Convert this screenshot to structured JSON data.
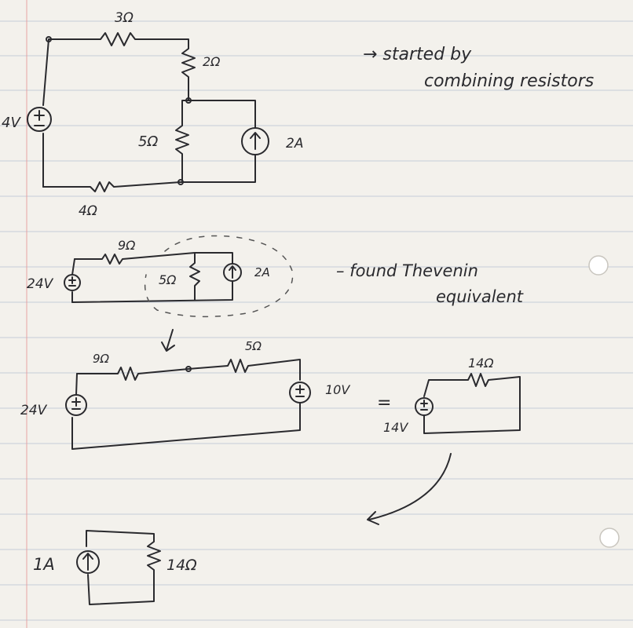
{
  "notes": {
    "step1_line1": "→ started by",
    "step1_line2": "combining resistors",
    "step2_line1": "– found Thevenin",
    "step2_line2": "equivalent",
    "equals": "="
  },
  "circuit1": {
    "r_top": "3Ω",
    "r_right": "2Ω",
    "r_mid": "5Ω",
    "r_bottom": "4Ω",
    "source_v": "4V",
    "source_i": "2A"
  },
  "circuit2": {
    "r_series": "9Ω",
    "r_parallel": "5Ω",
    "source_v": "24V",
    "source_i": "2A"
  },
  "circuit3": {
    "r_left": "9Ω",
    "r_right": "5Ω",
    "source_v": "24V",
    "source_v2": "10V"
  },
  "circuit4": {
    "r": "14Ω",
    "source_v": "14V"
  },
  "circuit5": {
    "source_i": "1A",
    "r": "14Ω"
  }
}
